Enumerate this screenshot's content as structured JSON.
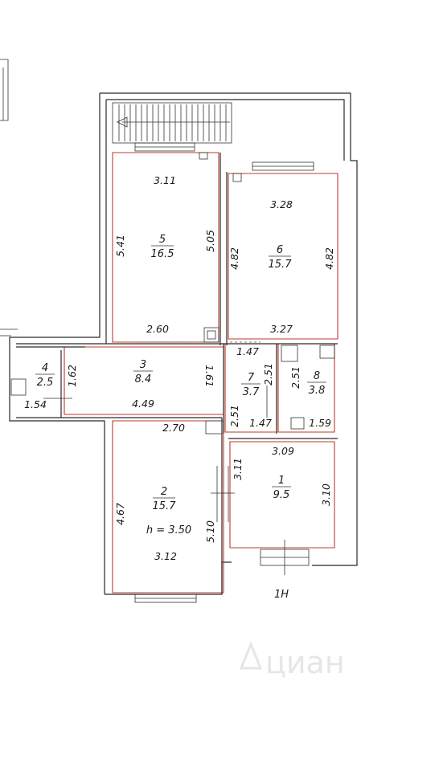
{
  "rooms": [
    {
      "number": "5",
      "area": "16.5"
    },
    {
      "number": "6",
      "area": "15.7"
    },
    {
      "number": "3",
      "area": "8.4"
    },
    {
      "number": "4",
      "area": "2.5"
    },
    {
      "number": "7",
      "area": "3.7"
    },
    {
      "number": "8",
      "area": "3.8"
    },
    {
      "number": "2",
      "area": "15.7"
    },
    {
      "number": "1",
      "area": "9.5"
    }
  ],
  "ceiling_height": "h = 3.50",
  "dimensions": {
    "r5_top": "3.11",
    "r5_left": "5.41",
    "r5_right": "5.05",
    "r5_bottom": "2.60",
    "r6_top": "3.28",
    "r6_left": "4.82",
    "r6_right": "4.82",
    "r6_bottom": "3.27",
    "r4_right": "1.62",
    "r4_bottom": "1.54",
    "r3_right": "1.61",
    "r3_bottom": "4.49",
    "r7_top": "1.47",
    "r7_right": "2.51",
    "r7_left": "2.51",
    "r7_bottom": "1.47",
    "r8_left": "2.51",
    "r8_bottom": "1.59",
    "r2_top": "2.70",
    "r2_left": "4.67",
    "r2_right": "5.10",
    "r2_bottom": "3.12",
    "r1_top": "3.09",
    "r1_left": "3.11",
    "r1_right": "3.10"
  },
  "entrance_label": "1Н",
  "watermark": "циан",
  "colors": {
    "wall": "#2a2a2a",
    "room_outline": "#c0392b",
    "watermark": "#e6e6e6"
  }
}
